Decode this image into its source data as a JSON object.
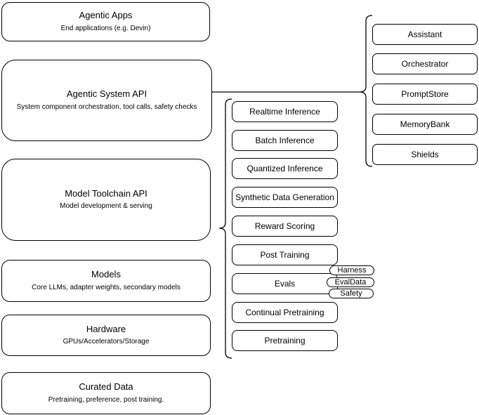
{
  "diagram": {
    "left_stack": [
      {
        "title": "Agentic Apps",
        "subtitle": "End applications (e.g. Devin)"
      },
      {
        "title": "Agentic System API",
        "subtitle": "System component orchestration, tool calls, safety checks"
      },
      {
        "title": "Model Toolchain API",
        "subtitle": "Model development & serving"
      },
      {
        "title": "Models",
        "subtitle": "Core LLMs, adapter weights, secondary models"
      },
      {
        "title": "Hardware",
        "subtitle": "GPUs/Accelerators/Storage"
      },
      {
        "title": "Curated Data",
        "subtitle": "Pretraining, preference, post training."
      }
    ],
    "toolchain_group": {
      "items": [
        "Realtime Inference",
        "Batch Inference",
        "Quantized Inference",
        "Synthetic Data Generation",
        "Reward Scoring",
        "Post Training",
        "Evals",
        "Continual Pretraining",
        "Pretraining"
      ],
      "evals_badges": [
        "Harness",
        "EvalData",
        "Safety"
      ]
    },
    "system_group": {
      "items": [
        "Assistant",
        "Orchestrator",
        "PromptStore",
        "MemoryBank",
        "Shields"
      ]
    },
    "colors": {
      "stroke": "#000000",
      "fill": "#ffffff",
      "text": "#000000"
    }
  }
}
